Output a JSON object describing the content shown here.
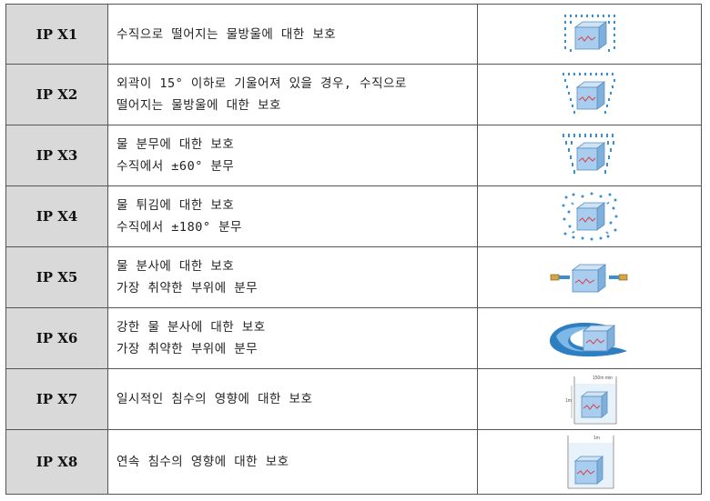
{
  "rows": [
    {
      "code": "IP X1",
      "lines": [
        "수직으로 떨어지는 물방울에 대한 보호"
      ],
      "icon": "vertical-drip-icon"
    },
    {
      "code": "IP X2",
      "lines": [
        "외곽이 15° 이하로 기울어져 있을 경우, 수직으로",
        "떨어지는 물방울에 대한 보호"
      ],
      "icon": "tilted-drip-icon"
    },
    {
      "code": "IP X3",
      "lines": [
        "물 분무에 대한 보호",
        "수직에서 ±60° 분무"
      ],
      "icon": "spray-icon"
    },
    {
      "code": "IP X4",
      "lines": [
        "물 튀김에 대한 보호",
        "수직에서 ±180° 분무"
      ],
      "icon": "splash-icon"
    },
    {
      "code": "IP X5",
      "lines": [
        "물 분사에 대한 보호",
        "가장 취약한 부위에 분무"
      ],
      "icon": "jet-icon"
    },
    {
      "code": "IP X6",
      "lines": [
        "강한 물 분사에 대한 보호",
        "가장 취약한 부위에 분무"
      ],
      "icon": "powerful-jet-icon"
    },
    {
      "code": "IP X7",
      "lines": [
        "일시적인 침수의 영향에 대한 보호"
      ],
      "icon": "temporary-immersion-icon",
      "icon_labels": [
        "150m min",
        "1m"
      ]
    },
    {
      "code": "IP X8",
      "lines": [
        "연속 침수의 영향에 대한 보호"
      ],
      "icon": "continuous-immersion-icon",
      "icon_labels": [
        "1m"
      ]
    }
  ],
  "colors": {
    "header_cell": "#d9d9d9",
    "border": "#555555",
    "water": "#3a8fd0",
    "box": "#9fc6ea"
  }
}
